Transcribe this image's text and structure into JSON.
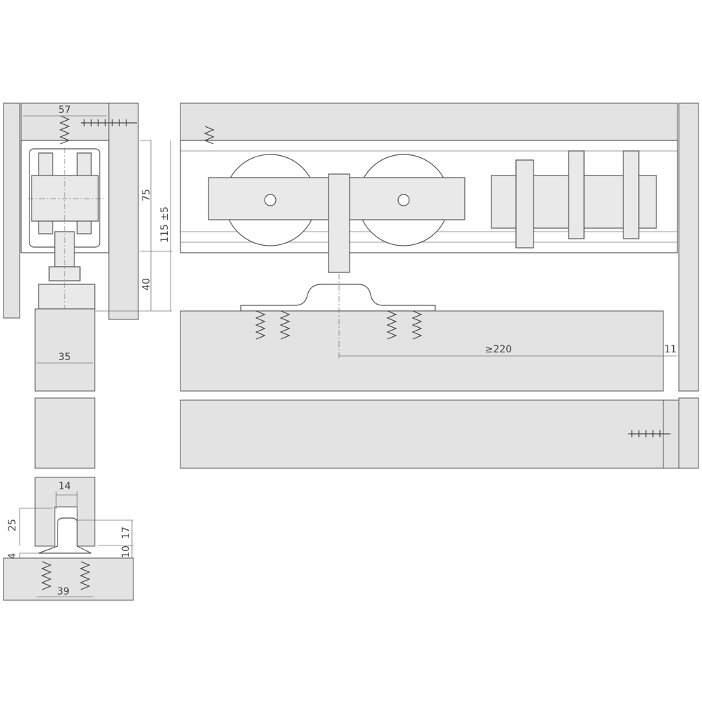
{
  "dimensions": {
    "track_width": "57",
    "track_height": "75",
    "total_height": "115 ±5",
    "door_gap": "40",
    "door_thickness": "35",
    "min_distance": "≥220",
    "end_gap": "11",
    "guide_width": "14",
    "guide_depth": "25",
    "guide_height": "17",
    "guide_clearance": "10",
    "guide_base": "4",
    "guide_length": "39"
  },
  "colors": {
    "fill": "#e3e3e3",
    "line": "#555555"
  }
}
